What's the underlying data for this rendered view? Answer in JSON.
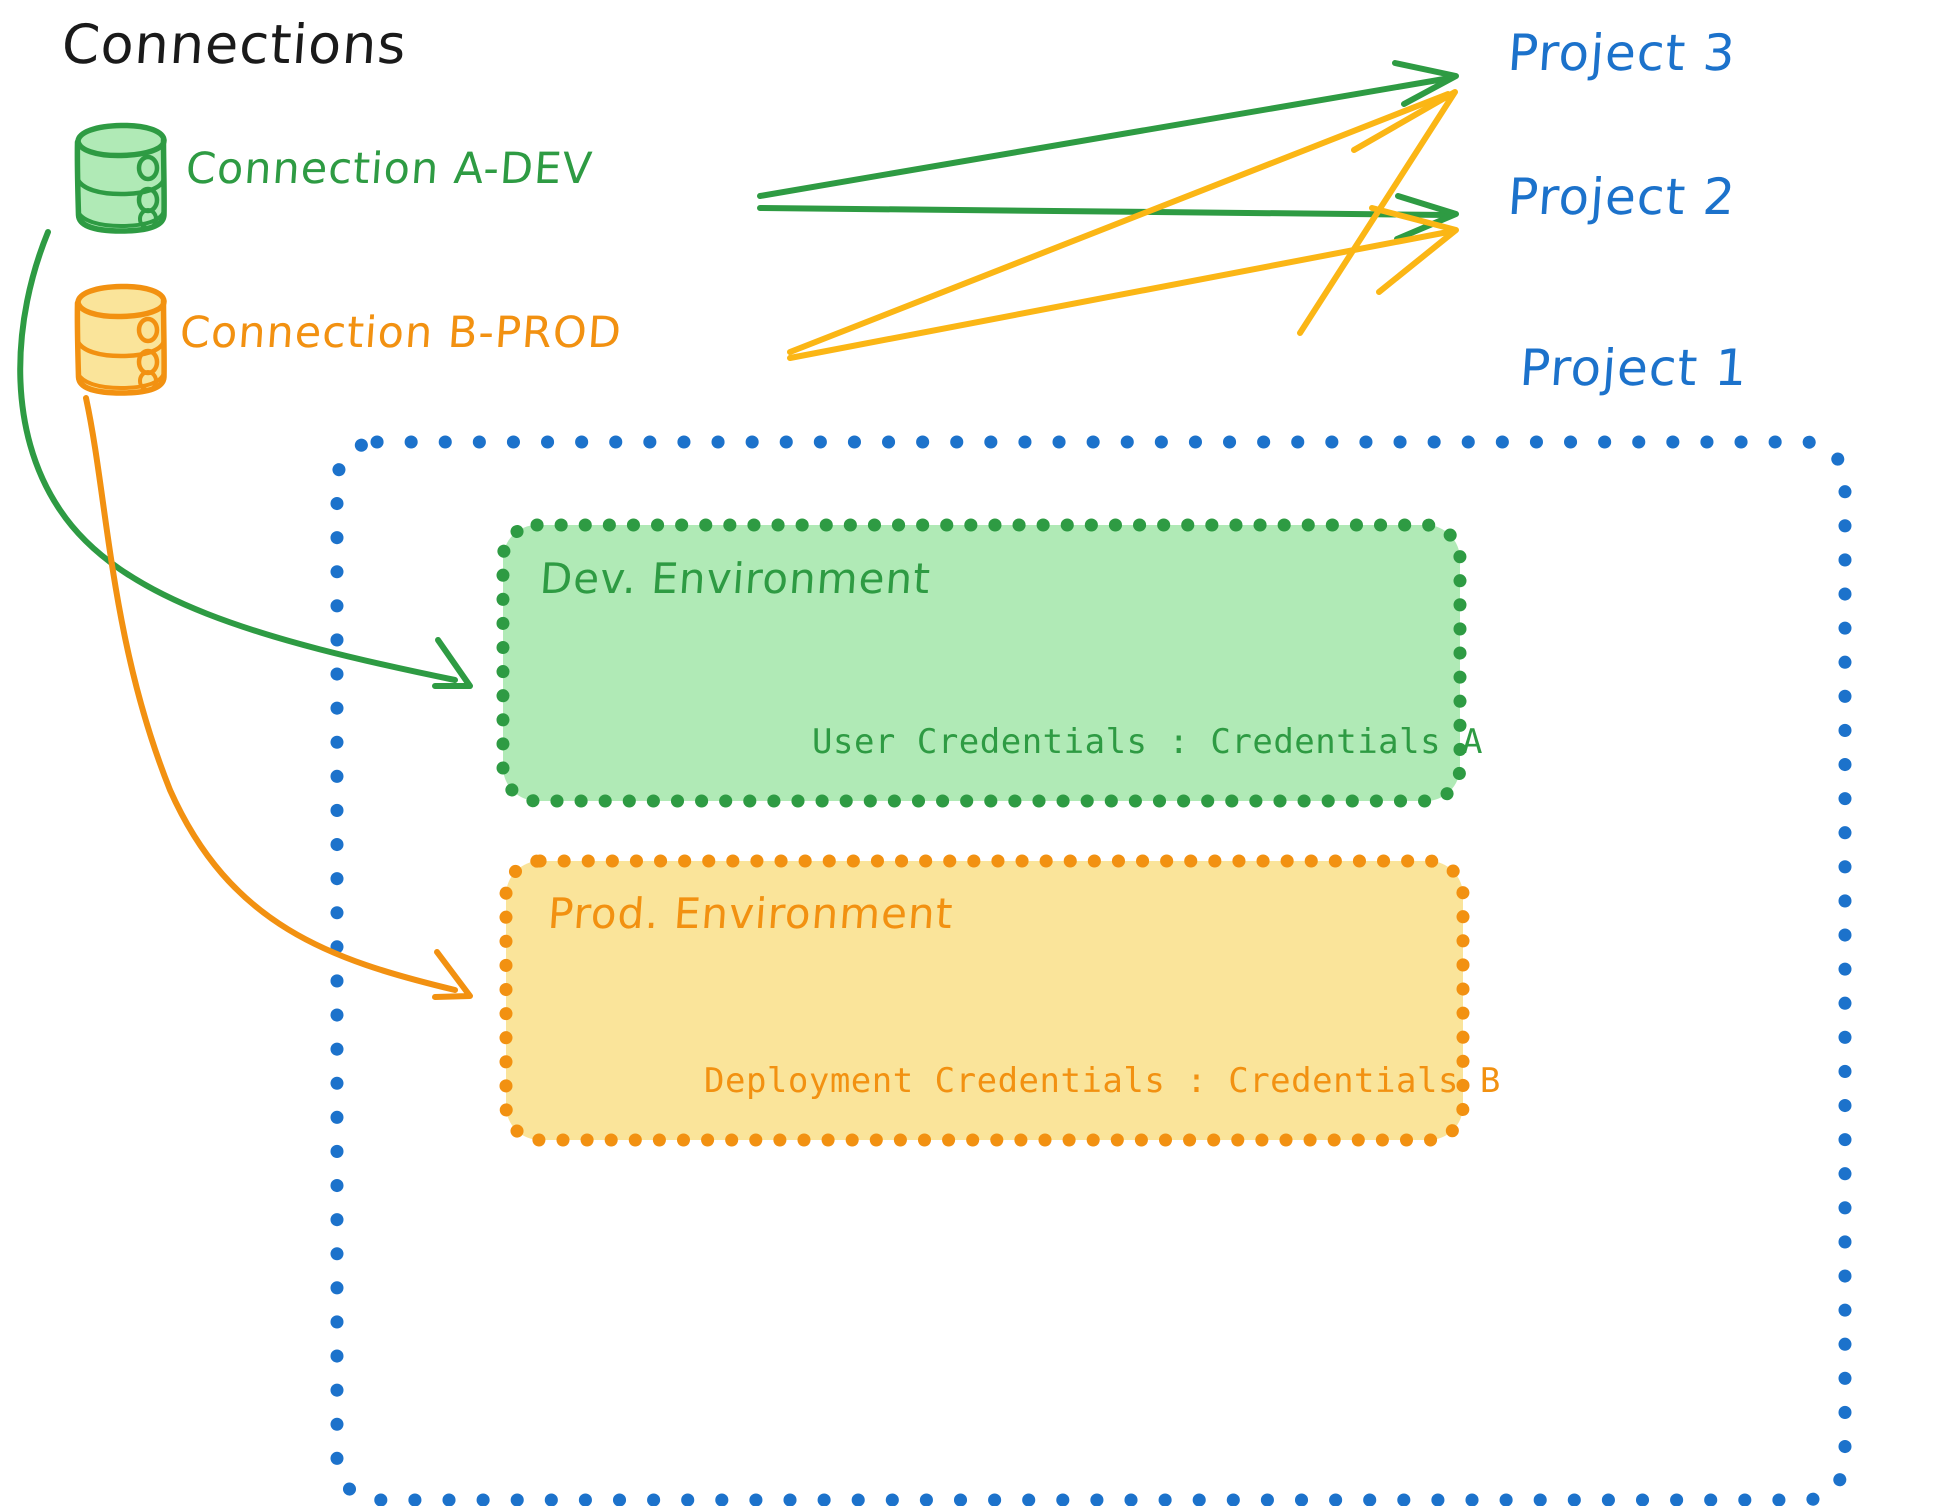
{
  "diagram": {
    "title": "Connections",
    "background": "#ffffff"
  },
  "colors": {
    "green_stroke": "#2e9b43",
    "green_fill": "#b0eab6",
    "orange_stroke": "#f29111",
    "orange_fill": "#fae49a",
    "blue_stroke": "#1c72cb",
    "black_text": "#1a1a1a",
    "arrow_green": "#2e9b43",
    "arrow_orange": "#fbb615"
  },
  "connections": [
    {
      "id": "connection-a-dev",
      "label": "Connection A-DEV",
      "icon": "database-cylinder-icon",
      "color": "#2e9b43",
      "targets": [
        "Project 3",
        "Project 2",
        "Dev. Environment"
      ]
    },
    {
      "id": "connection-b-prod",
      "label": "Connection B-PROD",
      "icon": "database-cylinder-icon",
      "color": "#f29111",
      "targets": [
        "Project 3",
        "Project 2",
        "Prod. Environment"
      ]
    }
  ],
  "projects": [
    {
      "id": "project-3",
      "label": "Project 3"
    },
    {
      "id": "project-2",
      "label": "Project 2"
    },
    {
      "id": "project-1",
      "label": "Project 1"
    }
  ],
  "project1_container": {
    "label": "Project 1",
    "border": "dotted",
    "border_color": "#1c72cb",
    "environments": [
      {
        "id": "dev-environment",
        "title": "Dev. Environment",
        "credential_label": "User Credentials",
        "credential_separator": ":",
        "credential_value": "Credentials A",
        "credential_line": "User Credentials : Credentials A",
        "fill": "#b0eab6",
        "border_color": "#2e9b43"
      },
      {
        "id": "prod-environment",
        "title": "Prod. Environment",
        "credential_label": "Deployment Credentials",
        "credential_separator": ":",
        "credential_value": "Credentials B",
        "credential_line": "Deployment Credentials : Credentials B",
        "fill": "#fae49a",
        "border_color": "#f29111"
      }
    ]
  },
  "arrows": [
    {
      "id": "arrow-a-dev-to-project-3",
      "from": "Connection A-DEV",
      "to": "Project 3",
      "color": "#2e9b43"
    },
    {
      "id": "arrow-a-dev-to-project-2",
      "from": "Connection A-DEV",
      "to": "Project 2",
      "color": "#2e9b43"
    },
    {
      "id": "arrow-a-dev-to-dev-env",
      "from": "Connection A-DEV",
      "to": "Dev. Environment",
      "color": "#2e9b43"
    },
    {
      "id": "arrow-b-prod-to-project-3",
      "from": "Connection B-PROD",
      "to": "Project 3",
      "color": "#fbb615"
    },
    {
      "id": "arrow-b-prod-to-project-2",
      "from": "Connection B-PROD",
      "to": "Project 2",
      "color": "#fbb615"
    },
    {
      "id": "arrow-b-prod-to-prod-env",
      "from": "Connection B-PROD",
      "to": "Prod. Environment",
      "color": "#f29111"
    }
  ]
}
